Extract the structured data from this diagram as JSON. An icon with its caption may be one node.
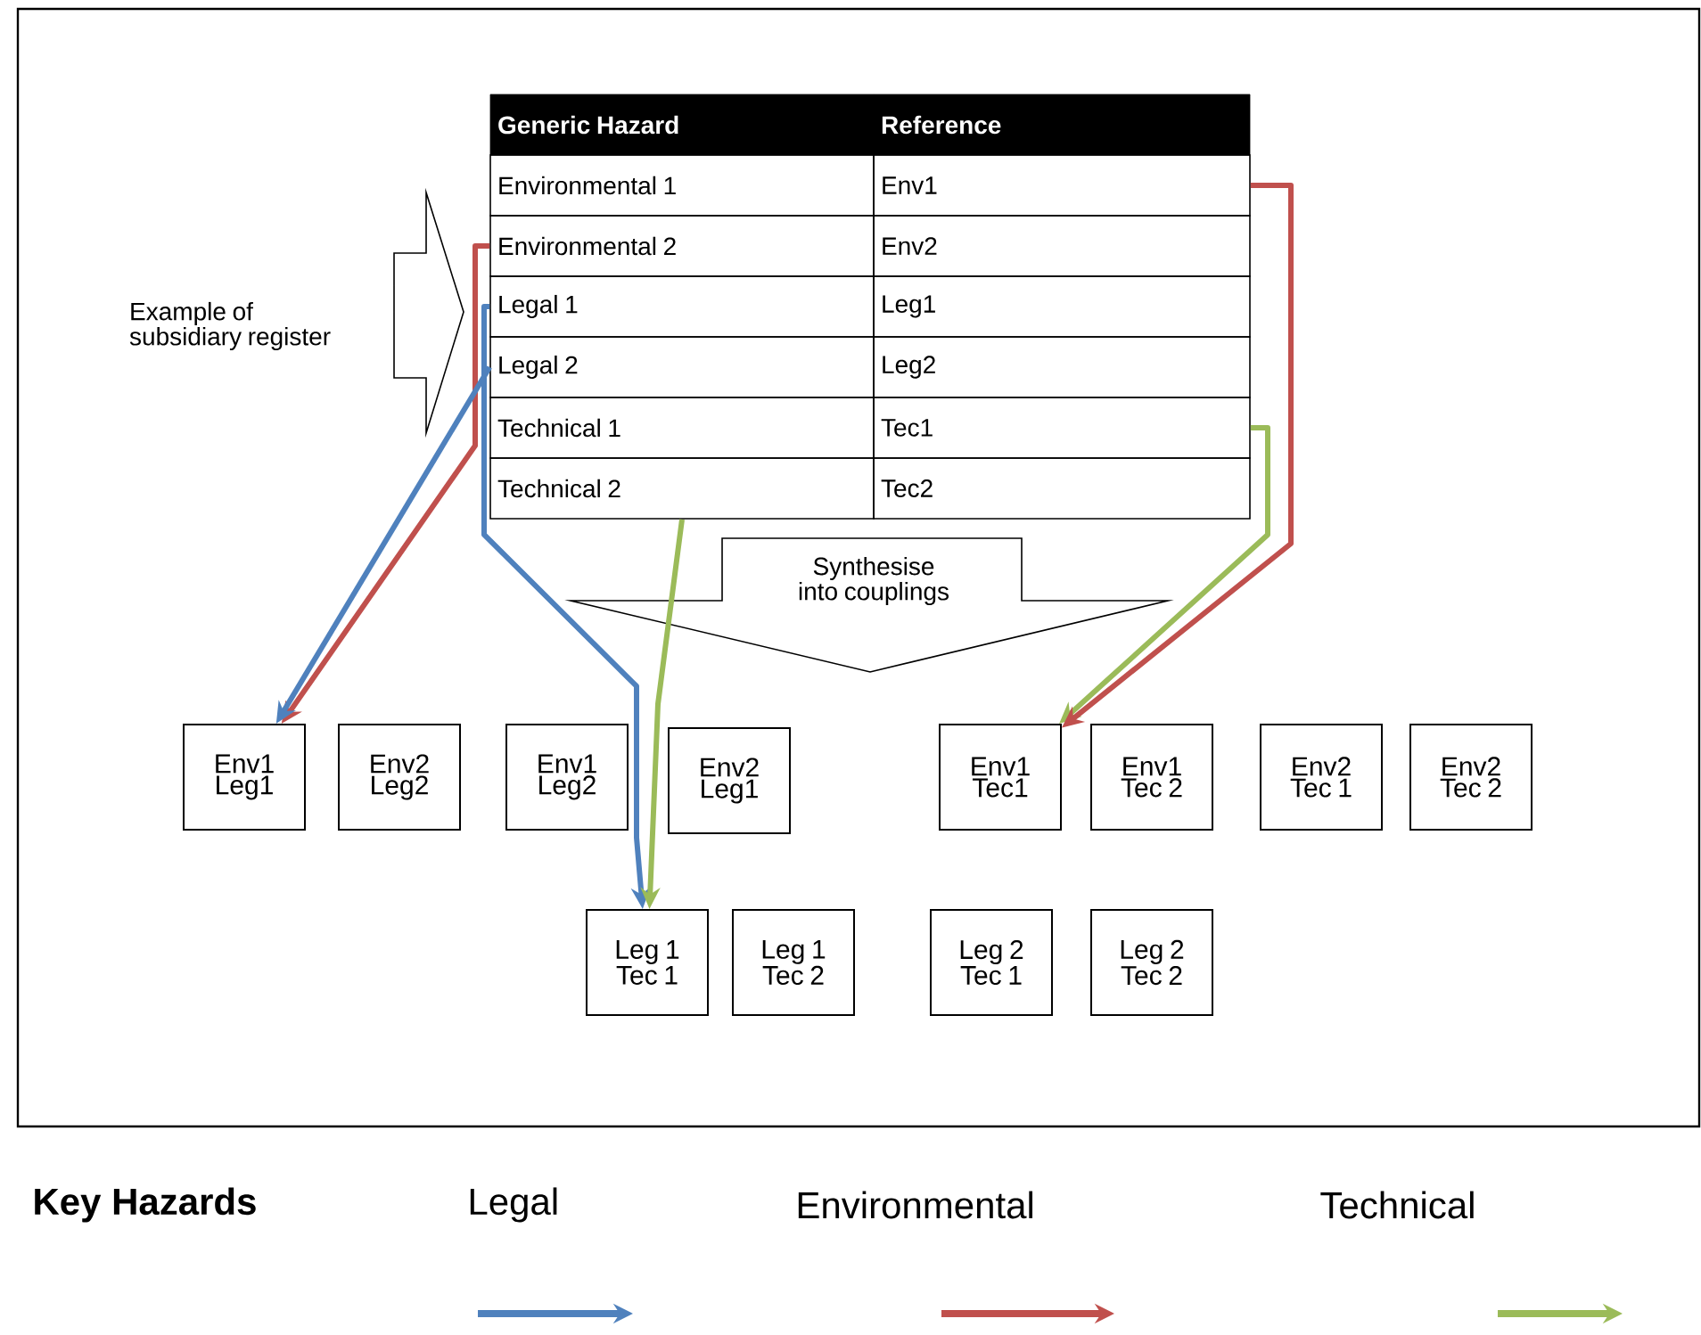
{
  "diagram": {
    "nodes": [
      {
        "text": [
          "Generic Hazard"
        ]
      },
      {
        "text": [
          "Reference"
        ]
      },
      {
        "text": [
          "Environmental 1"
        ]
      },
      {
        "text": [
          "Env1"
        ]
      },
      {
        "text": [
          "Environmental 2"
        ]
      },
      {
        "text": [
          "Env2"
        ]
      },
      {
        "text": [
          "Legal 1"
        ]
      },
      {
        "text": [
          "Leg1"
        ]
      },
      {
        "text": [
          "Legal 2"
        ]
      },
      {
        "text": [
          "Leg2"
        ]
      },
      {
        "text": [
          "Technical 1"
        ]
      },
      {
        "text": [
          "Tec1"
        ]
      },
      {
        "text": [
          "Technical 2"
        ]
      },
      {
        "text": [
          "Tec2"
        ]
      },
      {
        "text": [
          "Example of subsidiary register"
        ]
      },
      {
        "text": [
          "Synthesise into couplings"
        ]
      },
      {
        "text": [
          "Env1 Leg1"
        ]
      },
      {
        "text": [
          "Env2 Leg2"
        ]
      },
      {
        "text": [
          "Env1 Leg2"
        ]
      },
      {
        "text": [
          "Env2 Leg1"
        ]
      },
      {
        "text": [
          "Env1 Tec1"
        ]
      },
      {
        "text": [
          "Env1 Tec 2"
        ]
      },
      {
        "text": [
          "Env2 Tec 1"
        ]
      },
      {
        "text": [
          "Env2 Tec 2"
        ]
      },
      {
        "text": [
          "Leg 1 Tec 1"
        ]
      },
      {
        "text": [
          "Leg 1 Tec 2"
        ]
      },
      {
        "text": [
          "Leg 2 Tec 1"
        ]
      },
      {
        "text": [
          "Leg 2 Tec 2"
        ]
      }
    ],
    "edges": [
      {
        "from": 4,
        "to": 16,
        "arrow": "to",
        "color": "#c0504d"
      },
      {
        "from": 8,
        "to": 16,
        "arrow": "to",
        "color": "#4f81bd"
      },
      {
        "from": 6,
        "to": 24,
        "arrow": "to",
        "color": "#4f81bd"
      },
      {
        "from": 12,
        "to": 24,
        "arrow": "to",
        "color": "#9bbb59"
      },
      {
        "from": 11,
        "to": 20,
        "arrow": "to",
        "color": "#9bbb59"
      },
      {
        "from": 3,
        "to": 20,
        "arrow": "to",
        "color": "#c0504d"
      }
    ],
    "labels": [
      "Key Hazards"
    ],
    "legend": [
      {
        "text": "Legal",
        "color": "#4f81bd"
      },
      {
        "text": "Environmental",
        "color": "#c0504d"
      },
      {
        "text": "Technical",
        "color": "#9bbb59"
      }
    ]
  }
}
